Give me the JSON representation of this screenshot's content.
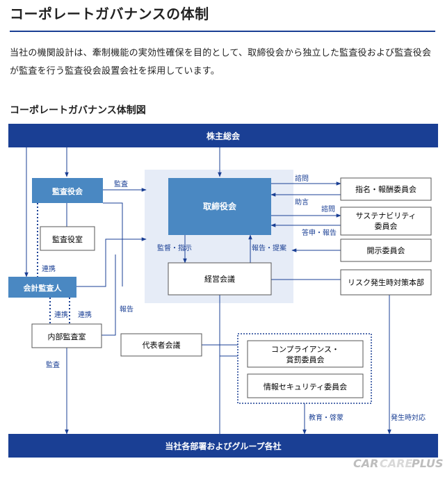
{
  "page": {
    "title": "コーポレートガバナンスの体制",
    "intro": "当社の機関設計は、牽制機能の実効性確保を目的として、取締役会から独立した監査役および監査役会が監査を行う監査役会設置会社を採用しています。",
    "diagram_title": "コーポレートガバナンス体制図"
  },
  "nodes": {
    "shareholders": "株主総会",
    "audit_board": "監査役会",
    "auditor_office": "監査役室",
    "accounting_auditor": "会計監査人",
    "internal_audit": "内部監査室",
    "board": "取締役会",
    "management_council": "経営会議",
    "rep_directors_council": "代表者会議",
    "nomination_committee": "指名・報酬委員会",
    "sustainability_committee": "サステナビリティ委員会",
    "sustainability_committee_line1": "サステナビリティ",
    "sustainability_committee_line2": "委員会",
    "disclosure_committee": "開示委員会",
    "risk_hq": "リスク発生時対策本部",
    "compliance_committee": "コンプライアンス・賞罰委員会",
    "compliance_committee_line1": "コンプライアンス・",
    "compliance_committee_line2": "賞罰委員会",
    "infosec_committee": "情報セキュリティ委員会",
    "departments": "当社各部署およびグループ各社"
  },
  "edge_labels": {
    "audit_board_to_board": "監査",
    "liaison_vertical": "連携",
    "liaison_left": "連携",
    "liaison_right": "連携",
    "internal_audit_down": "監査",
    "report": "報告",
    "supervise": "監督・指示",
    "report_propose": "報告・提案",
    "consult_1": "諮問",
    "advise": "助言",
    "consult_2": "諮問",
    "answer_report": "答申・報告",
    "education": "教育・啓蒙",
    "emergency": "発生時対応"
  },
  "watermark": {
    "car": "CAR",
    "care": "CARE",
    "plus": "PLUS"
  },
  "colors": {
    "navy": "#1a3f94",
    "medium_blue": "#4a88c2",
    "board_bg": "#e6ecf7",
    "line": "#555555"
  }
}
